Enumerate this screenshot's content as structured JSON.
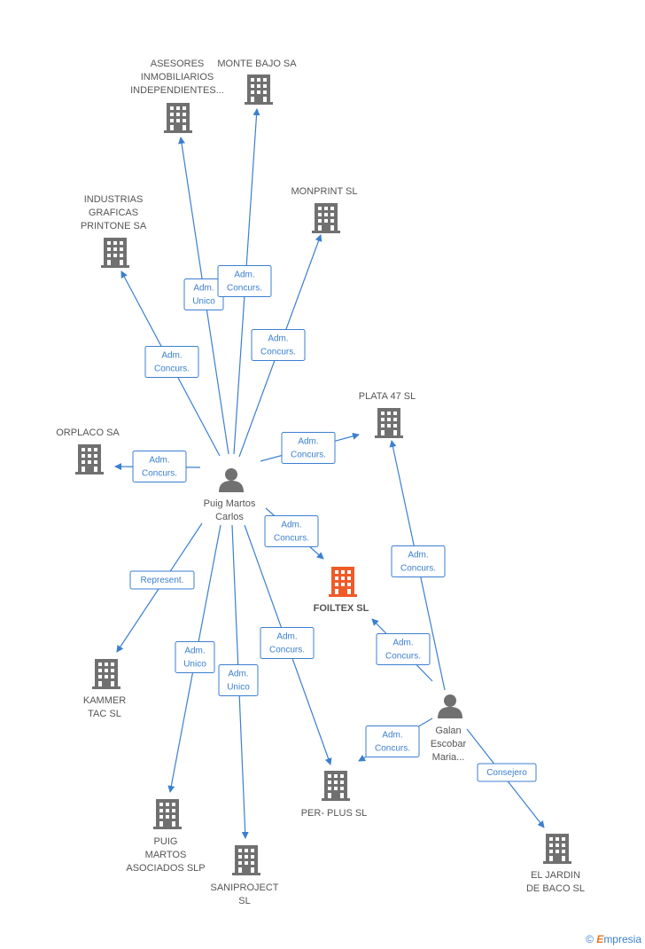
{
  "colors": {
    "edge": "#3b7fd0",
    "company": "#707070",
    "focus": "#f05a28",
    "person": "#707070"
  },
  "nodes": [
    {
      "id": "asesores",
      "kind": "company",
      "label": [
        "ASESORES",
        "INMOBILIARIOS",
        "INDEPENDIENTES..."
      ]
    },
    {
      "id": "montebajo",
      "kind": "company",
      "label": [
        "MONTE BAJO SA"
      ]
    },
    {
      "id": "industrias",
      "kind": "company",
      "label": [
        "INDUSTRIAS",
        "GRAFICAS",
        "PRINTONE SA"
      ]
    },
    {
      "id": "monprint",
      "kind": "company",
      "label": [
        "MONPRINT SL"
      ]
    },
    {
      "id": "plata47",
      "kind": "company",
      "label": [
        "PLATA 47 SL"
      ]
    },
    {
      "id": "orplaco",
      "kind": "company",
      "label": [
        "ORPLACO SA"
      ]
    },
    {
      "id": "puig",
      "kind": "person",
      "label": [
        "Puig Martos",
        "Carlos"
      ]
    },
    {
      "id": "foiltex",
      "kind": "focus",
      "label": [
        "FOILTEX SL"
      ]
    },
    {
      "id": "kammer",
      "kind": "company",
      "label": [
        "KAMMER",
        "TAC SL"
      ]
    },
    {
      "id": "galan",
      "kind": "person",
      "label": [
        "Galan",
        "Escobar",
        "Maria..."
      ]
    },
    {
      "id": "perplus",
      "kind": "company",
      "label": [
        "PER- PLUS SL"
      ]
    },
    {
      "id": "puigmartos",
      "kind": "company",
      "label": [
        "PUIG",
        "MARTOS",
        "ASOCIADOS SLP"
      ]
    },
    {
      "id": "saniproject",
      "kind": "company",
      "label": [
        "SANIPROJECT",
        "SL"
      ]
    },
    {
      "id": "jardin",
      "kind": "company",
      "label": [
        "EL JARDIN",
        "DE BACO  SL"
      ]
    }
  ],
  "edges": [
    {
      "from": "puig",
      "to": "asesores",
      "label": [
        "Adm.",
        "Unico"
      ]
    },
    {
      "from": "puig",
      "to": "montebajo",
      "label": [
        "Adm.",
        "Concurs."
      ]
    },
    {
      "from": "puig",
      "to": "industrias",
      "label": [
        "Adm.",
        "Concurs."
      ]
    },
    {
      "from": "puig",
      "to": "monprint",
      "label": [
        "Adm.",
        "Concurs."
      ]
    },
    {
      "from": "puig",
      "to": "plata47",
      "label": [
        "Adm.",
        "Concurs."
      ]
    },
    {
      "from": "puig",
      "to": "orplaco",
      "label": [
        "Adm.",
        "Concurs."
      ]
    },
    {
      "from": "puig",
      "to": "foiltex",
      "label": [
        "Adm.",
        "Concurs."
      ]
    },
    {
      "from": "puig",
      "to": "kammer",
      "label": [
        "Represent."
      ]
    },
    {
      "from": "puig",
      "to": "puigmartos",
      "label": [
        "Adm.",
        "Unico"
      ]
    },
    {
      "from": "puig",
      "to": "saniproject",
      "label": [
        "Adm.",
        "Unico"
      ]
    },
    {
      "from": "puig",
      "to": "perplus",
      "label": [
        "Adm.",
        "Concurs."
      ]
    },
    {
      "from": "galan",
      "to": "plata47",
      "label": [
        "Adm.",
        "Concurs."
      ]
    },
    {
      "from": "galan",
      "to": "foiltex",
      "label": [
        "Adm.",
        "Concurs."
      ]
    },
    {
      "from": "galan",
      "to": "perplus",
      "label": [
        "Adm.",
        "Concurs."
      ]
    },
    {
      "from": "galan",
      "to": "jardin",
      "label": [
        "Consejero"
      ]
    }
  ],
  "footer": {
    "copyright": "©",
    "brand_initial": "E",
    "brand_rest": "mpresia"
  }
}
